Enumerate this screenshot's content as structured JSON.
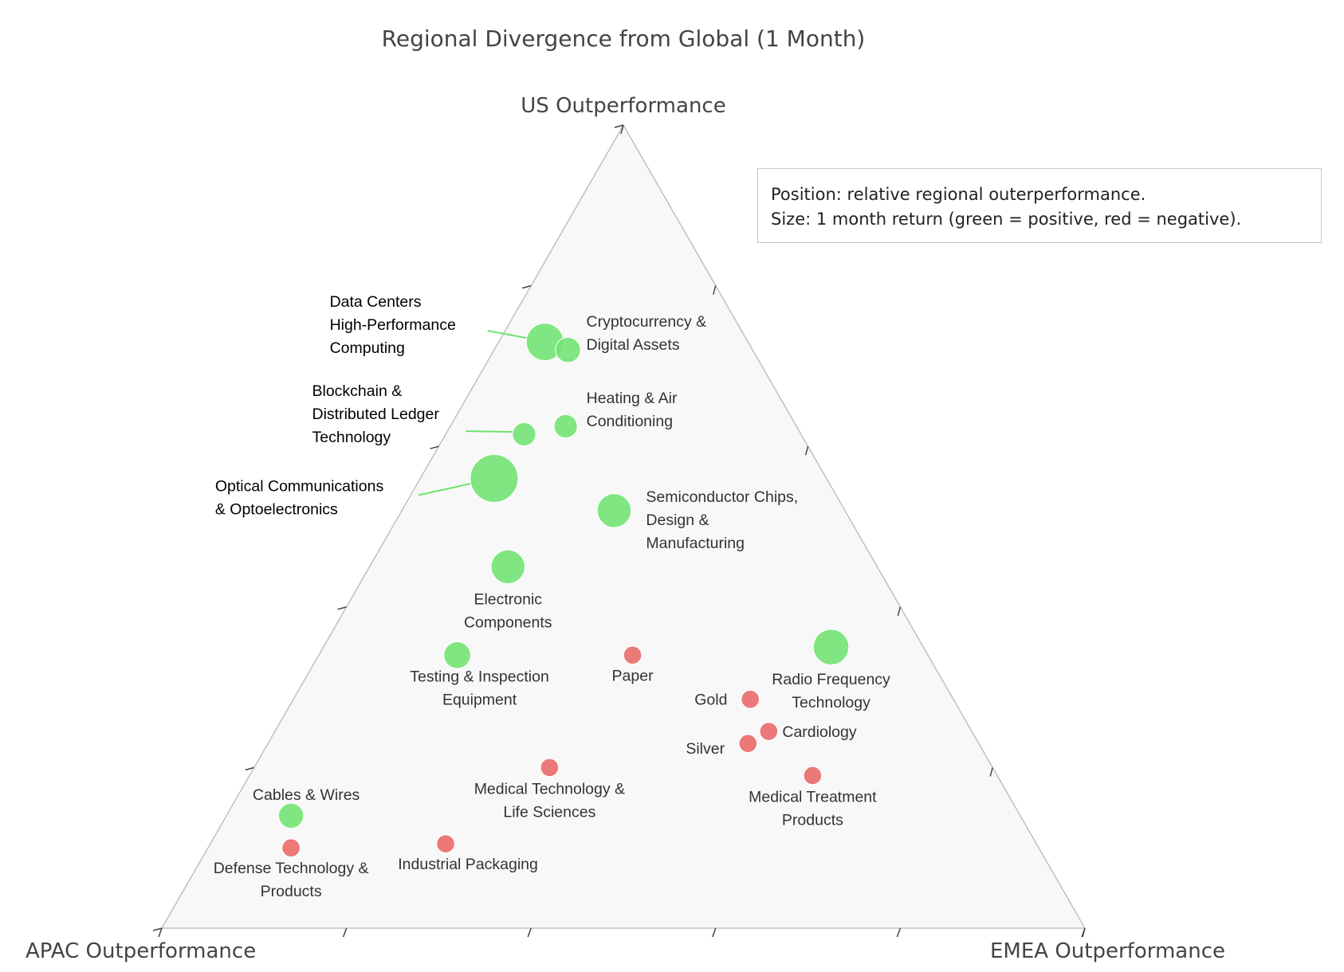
{
  "chart_data": {
    "type": "scatter",
    "subtype": "ternary",
    "title": "Regional Divergence from Global (1 Month)",
    "axes": {
      "top": "US Outperformance",
      "left": "APAC Outperformance",
      "right": "EMEA Outperformance"
    },
    "annotation": {
      "line1": "Position: relative regional outerperformance.",
      "line2": "Size: 1 month return (green = positive, red = negative)."
    },
    "colors": {
      "positive": "#6fe36f",
      "negative": "#e86666",
      "triangle_fill": "#f8f8f8",
      "triangle_edge": "#c0c0c0"
    },
    "points": [
      {
        "name": "Data Centers High-Performance Computing",
        "label_lines": [
          "Data Centers",
          "High-Performance",
          "Computing"
        ],
        "us": 0.73,
        "apac": 0.22,
        "emea": 0.05,
        "return_sign": "positive",
        "magnitude": 0.7
      },
      {
        "name": "Cryptocurrency & Digital Assets",
        "label_lines": [
          "Cryptocurrency &",
          "Digital Assets"
        ],
        "us": 0.72,
        "apac": 0.2,
        "emea": 0.08,
        "return_sign": "positive",
        "magnitude": 0.35
      },
      {
        "name": "Blockchain & Distributed Ledger Technology",
        "label_lines": [
          "Blockchain &",
          "Distributed Ledger",
          "Technology"
        ],
        "us": 0.615,
        "apac": 0.3,
        "emea": 0.085,
        "return_sign": "positive",
        "magnitude": 0.3
      },
      {
        "name": "Heating & Air Conditioning",
        "label_lines": [
          "Heating & Air",
          "Conditioning"
        ],
        "us": 0.625,
        "apac": 0.25,
        "emea": 0.125,
        "return_sign": "positive",
        "magnitude": 0.3
      },
      {
        "name": "Optical Communications & Optoelectronics",
        "label_lines": [
          "Optical Communications",
          "& Optoelectronics"
        ],
        "us": 0.56,
        "apac": 0.36,
        "emea": 0.08,
        "return_sign": "positive",
        "magnitude": 1.0
      },
      {
        "name": "Semiconductor Chips, Design & Manufacturing",
        "label_lines": [
          "Semiconductor Chips,",
          "Design &",
          "Manufacturing"
        ],
        "us": 0.52,
        "apac": 0.25,
        "emea": 0.23,
        "return_sign": "positive",
        "magnitude": 0.6
      },
      {
        "name": "Electronic Components",
        "label_lines": [
          "Electronic",
          "Components"
        ],
        "us": 0.45,
        "apac": 0.4,
        "emea": 0.15,
        "return_sign": "positive",
        "magnitude": 0.6
      },
      {
        "name": "Testing & Inspection Equipment",
        "label_lines": [
          "Testing & Inspection",
          "Equipment"
        ],
        "us": 0.34,
        "apac": 0.51,
        "emea": 0.15,
        "return_sign": "positive",
        "magnitude": 0.4
      },
      {
        "name": "Paper",
        "label_lines": [
          "Paper"
        ],
        "us": 0.34,
        "apac": 0.32,
        "emea": 0.34,
        "return_sign": "negative",
        "magnitude": 0.15
      },
      {
        "name": "Radio Frequency Technology",
        "label_lines": [
          "Radio Frequency",
          "Technology"
        ],
        "us": 0.35,
        "apac": 0.1,
        "emea": 0.55,
        "return_sign": "positive",
        "magnitude": 0.65
      },
      {
        "name": "Gold",
        "label_lines": [
          "Gold"
        ],
        "us": 0.285,
        "apac": 0.22,
        "emea": 0.495,
        "return_sign": "negative",
        "magnitude": 0.15
      },
      {
        "name": "Cardiology",
        "label_lines": [
          "Cardiology"
        ],
        "us": 0.245,
        "apac": 0.22,
        "emea": 0.535,
        "return_sign": "negative",
        "magnitude": 0.15
      },
      {
        "name": "Silver",
        "label_lines": [
          "Silver"
        ],
        "us": 0.23,
        "apac": 0.25,
        "emea": 0.52,
        "return_sign": "negative",
        "magnitude": 0.15
      },
      {
        "name": "Medical Treatment Products",
        "label_lines": [
          "Medical Treatment",
          "Products"
        ],
        "us": 0.19,
        "apac": 0.2,
        "emea": 0.61,
        "return_sign": "negative",
        "magnitude": 0.15
      },
      {
        "name": "Medical Technology & Life Sciences",
        "label_lines": [
          "Medical Technology &",
          "Life Sciences"
        ],
        "us": 0.2,
        "apac": 0.48,
        "emea": 0.32,
        "return_sign": "negative",
        "magnitude": 0.15
      },
      {
        "name": "Cables & Wires",
        "label_lines": [
          "Cables & Wires"
        ],
        "us": 0.14,
        "apac": 0.79,
        "emea": 0.07,
        "return_sign": "positive",
        "magnitude": 0.35
      },
      {
        "name": "Defense Technology & Products",
        "label_lines": [
          "Defense Technology &",
          "Products"
        ],
        "us": 0.1,
        "apac": 0.81,
        "emea": 0.09,
        "return_sign": "negative",
        "magnitude": 0.15
      },
      {
        "name": "Industrial Packaging",
        "label_lines": [
          "Industrial Packaging"
        ],
        "us": 0.105,
        "apac": 0.64,
        "emea": 0.255,
        "return_sign": "negative",
        "magnitude": 0.15
      }
    ]
  }
}
